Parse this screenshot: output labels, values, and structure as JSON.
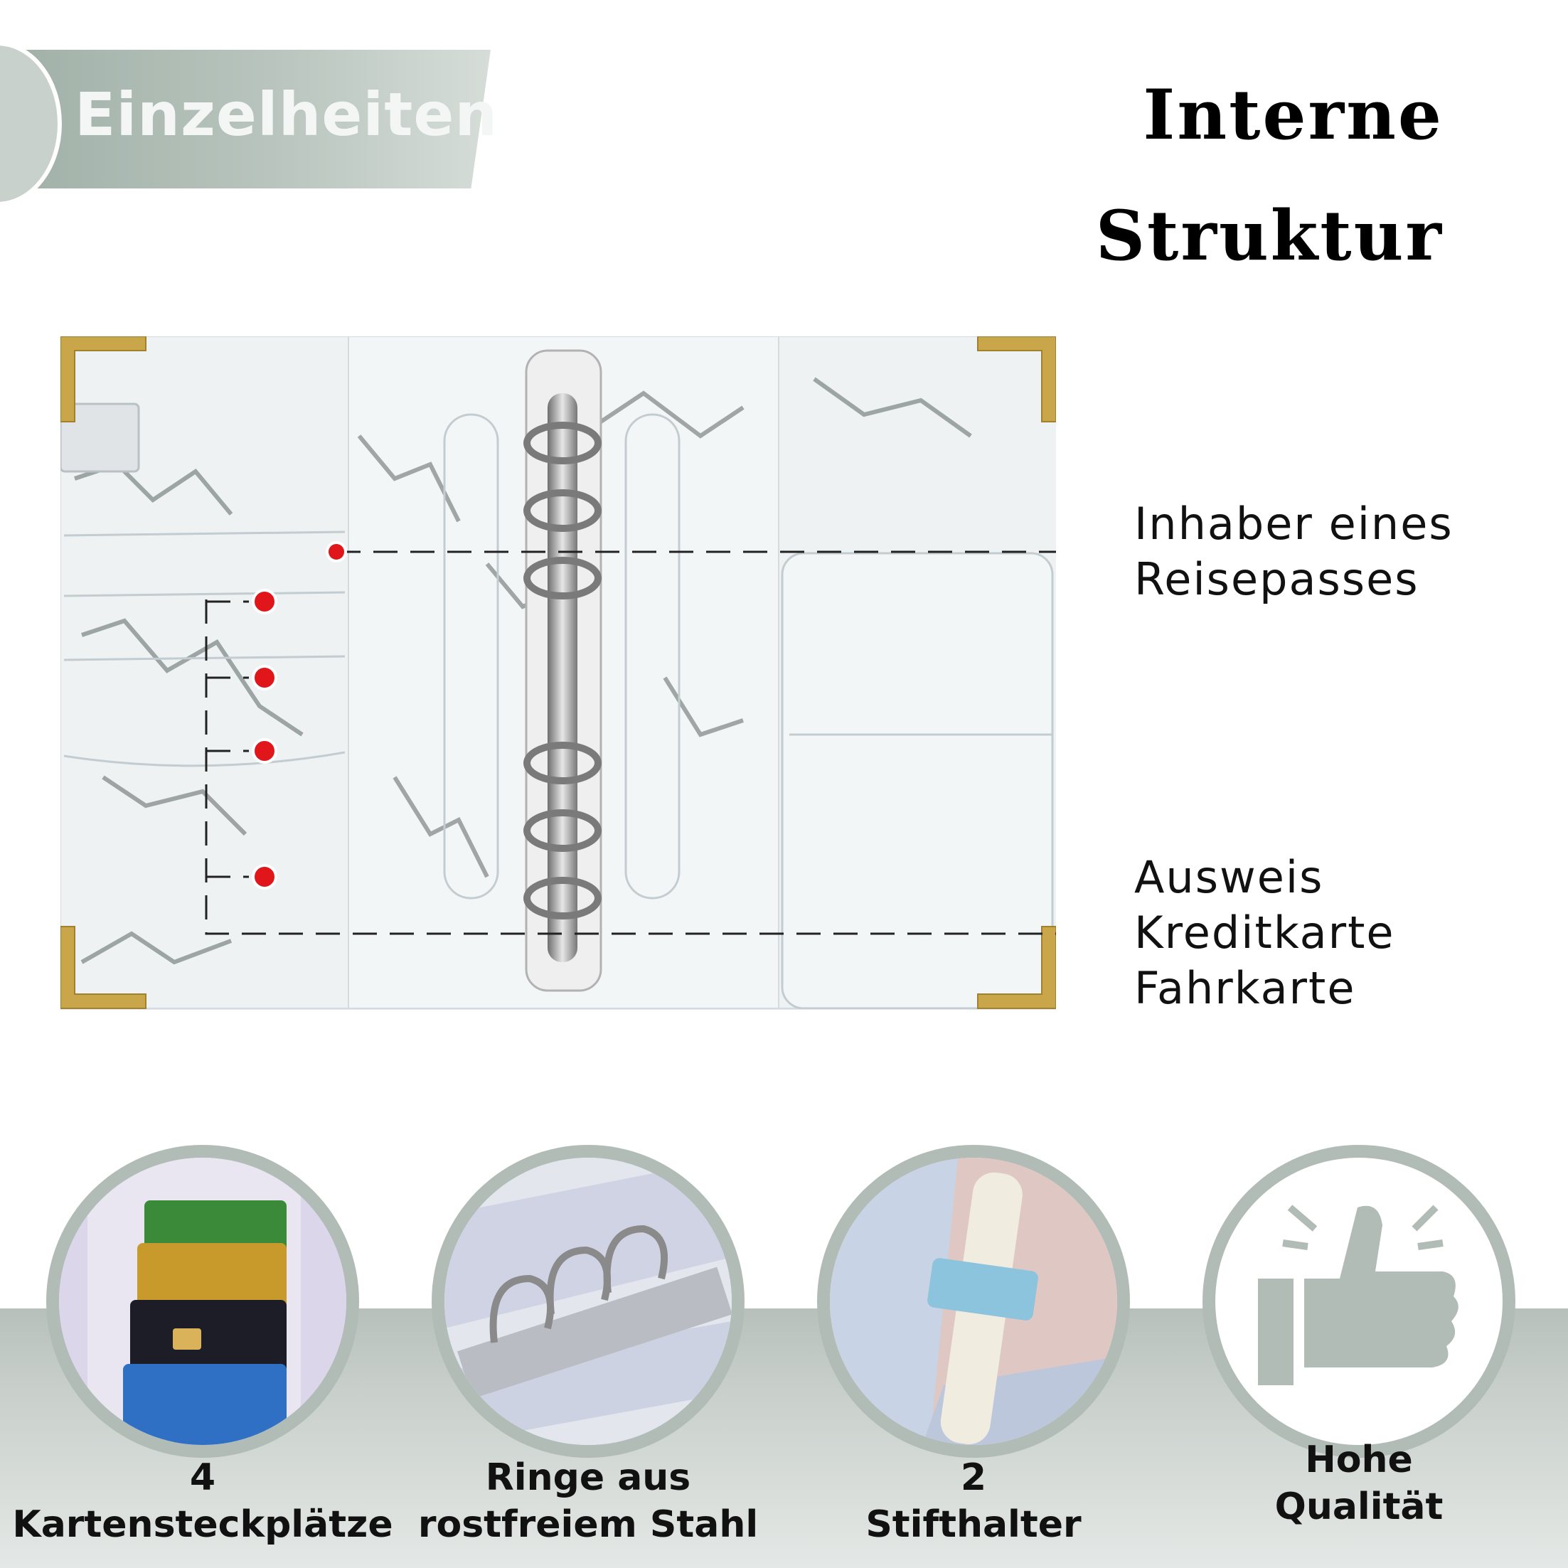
{
  "banner": {
    "label": "Einzelheiten"
  },
  "heading": {
    "line1": "Interne",
    "line2": "Struktur"
  },
  "callouts": {
    "passport": [
      "Inhaber eines",
      "Reisepasses"
    ],
    "cards": [
      "Ausweis",
      "Kreditkarte",
      "Fahrkarte"
    ]
  },
  "features": [
    {
      "label_line1": "4",
      "label_line2": "Kartensteckplätze",
      "icon": "card-slots-photo"
    },
    {
      "label_line1": "Ringe aus",
      "label_line2": "rostfreiem Stahl",
      "icon": "binder-rings-photo"
    },
    {
      "label_line1": "2",
      "label_line2": "Stifthalter",
      "icon": "pen-holder-photo"
    },
    {
      "label_line1": "Hohe",
      "label_line2": "Qualität",
      "icon": "thumbs-up-icon"
    }
  ],
  "colors": {
    "marker": "#e0161b",
    "gold": "#c9a64a",
    "banner": "#b2bfb8",
    "strip": "#c8cfcb"
  }
}
